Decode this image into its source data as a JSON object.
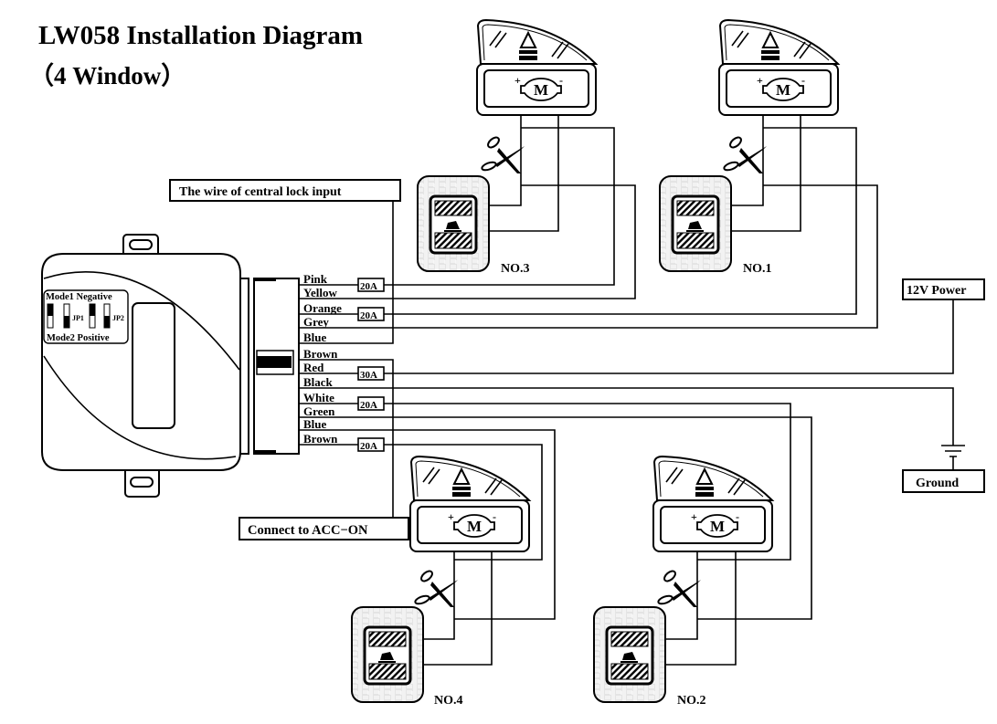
{
  "title": "LW058 Installation Diagram",
  "subtitle": "（4 Window）",
  "module": {
    "mode_top": "Mode1 Negative",
    "mode_bottom": "Mode2 Positive",
    "jp1": "JP1",
    "jp2": "JP2"
  },
  "wires": [
    "Pink",
    "Yellow",
    "Orange",
    "Grey",
    "Blue",
    "Brown",
    "Red",
    "Black",
    "White",
    "Green",
    "Blue",
    "Brown"
  ],
  "fuses": [
    "20A",
    "20A",
    "30A",
    "20A",
    "20A"
  ],
  "labels": {
    "central_lock": "The wire of central lock input",
    "acc_on": "Connect to ACC−ON",
    "power": "12V Power",
    "ground": "Ground"
  },
  "windows": [
    "NO.3",
    "NO.1",
    "NO.4",
    "NO.2"
  ],
  "motor_label": "M",
  "plus": "+",
  "minus": "-"
}
